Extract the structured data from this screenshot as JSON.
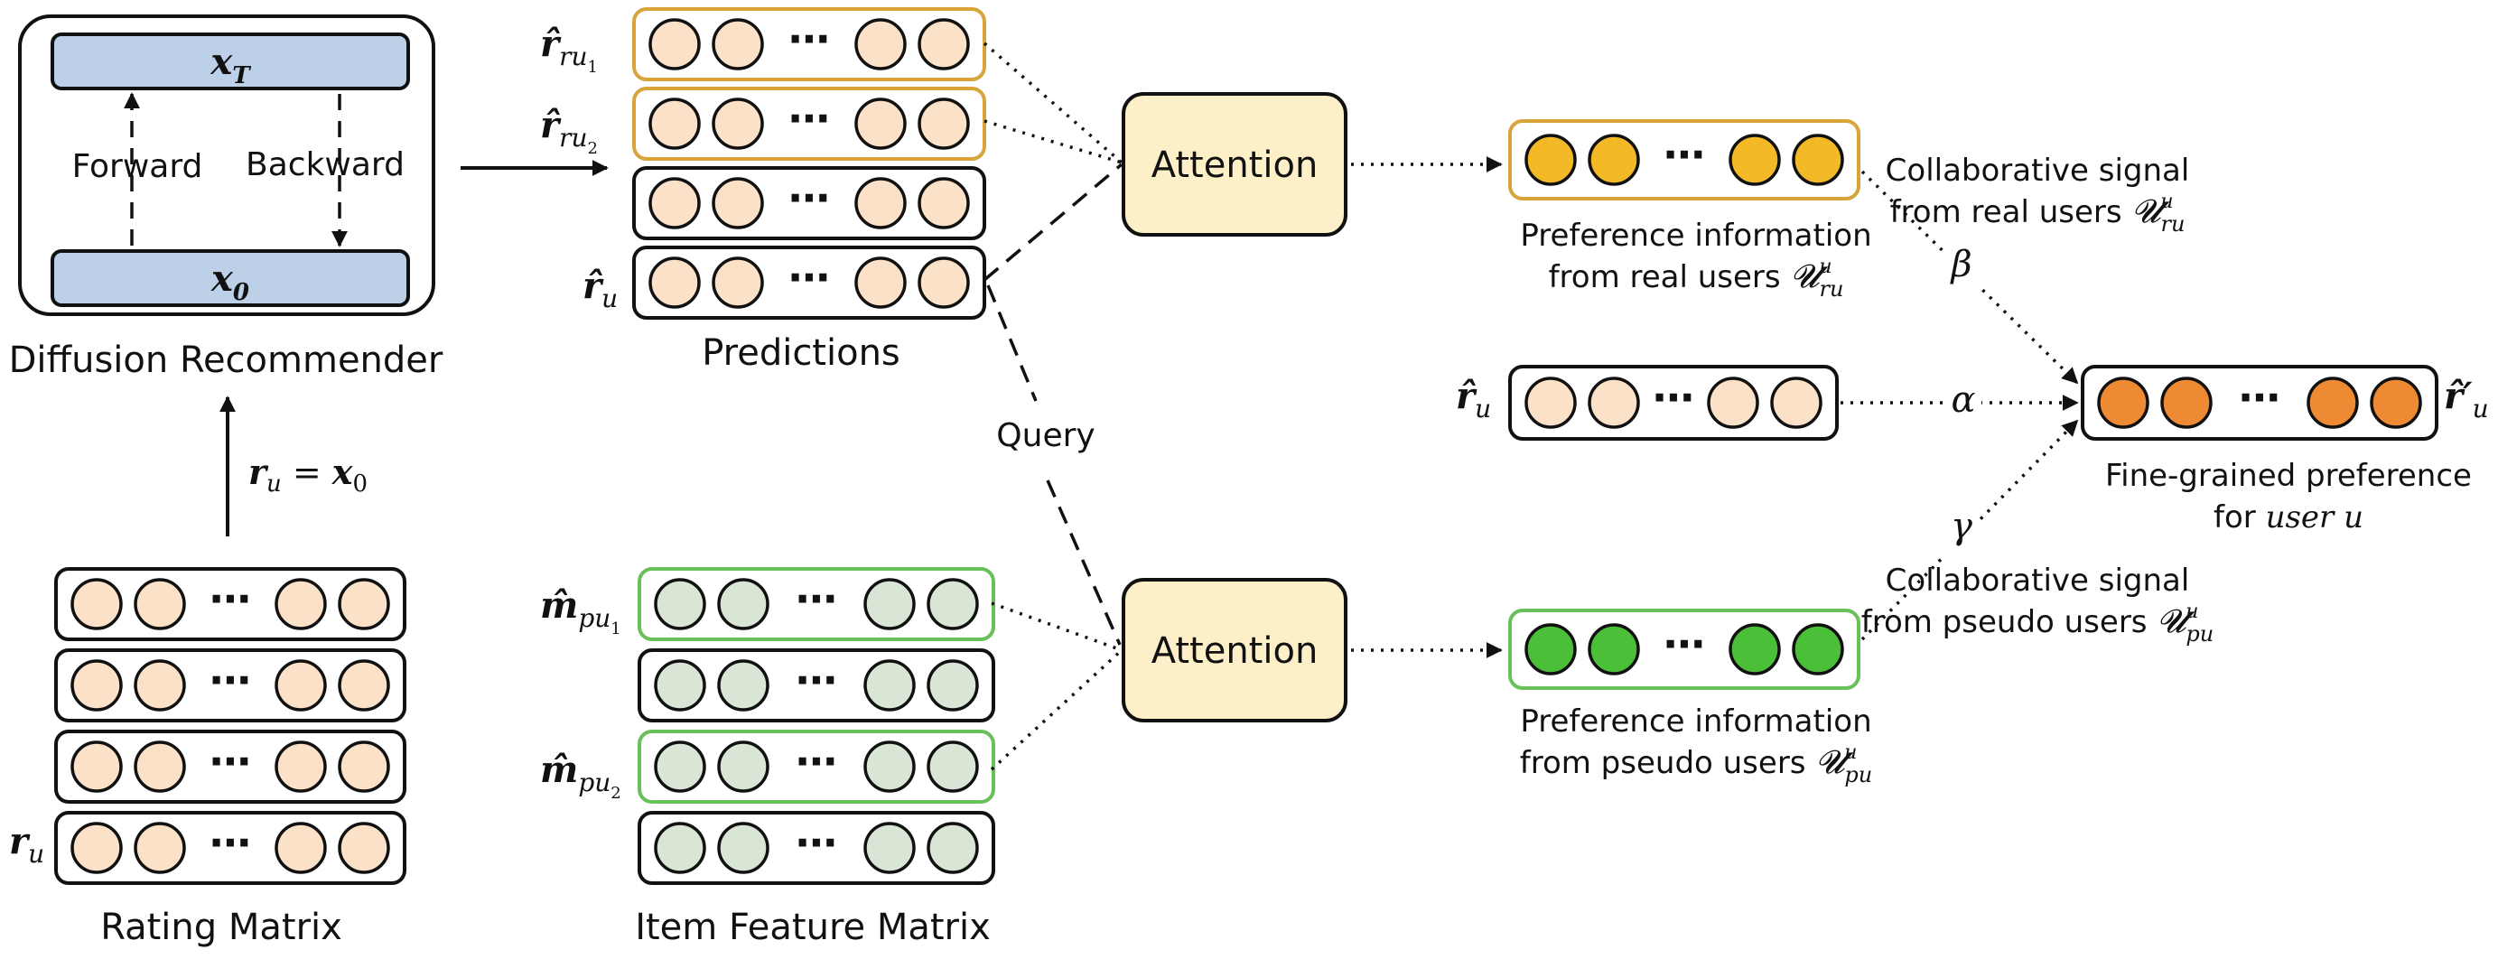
{
  "diffusion": {
    "top_label": "x",
    "top_sub": "T",
    "bottom_label": "x",
    "bottom_sub": "0",
    "forward": "Forward",
    "backward": "Backward",
    "title": "Diffusion Recommender"
  },
  "equation": {
    "lhs": "r",
    "lhs_sub": "u",
    "mid": " = ",
    "rhs": "x",
    "rhs_sub": "0"
  },
  "rating_matrix": {
    "title": "Rating Matrix",
    "row_label": "r",
    "row_sub": "u"
  },
  "predictions": {
    "title": "Predictions",
    "label1": "r̂",
    "label1_sub": "ru",
    "label1_subsub": "1",
    "label2": "r̂",
    "label2_sub": "ru",
    "label2_subsub": "2",
    "label3": "r̂",
    "label3_sub": "u"
  },
  "item_feature_matrix": {
    "title": "Item Feature Matrix",
    "label1": "m̂",
    "label1_sub": "pu",
    "label1_subsub": "1",
    "label2": "m̂",
    "label2_sub": "pu",
    "label2_subsub": "2"
  },
  "query_label": "Query",
  "attention_top": "Attention",
  "attention_bottom": "Attention",
  "pref_real": {
    "line1": "Preference information",
    "line2": "from real users",
    "symbol": "𝓤",
    "sup": "u",
    "sub": "ru"
  },
  "pref_pseudo": {
    "line1": "Preference information",
    "line2": "from pseudo users",
    "symbol": "𝓤",
    "sup": "u",
    "sub": "pu"
  },
  "ru_label": "r̂",
  "ru_sub": "u",
  "collab_real": {
    "line1": "Collaborative signal",
    "line2": "from real users",
    "symbol": "𝓤",
    "sup": "u",
    "sub": "ru"
  },
  "collab_pseudo": {
    "line1": "Collaborative signal",
    "line2": "from pseudo users",
    "symbol": "𝓤",
    "sup": "u",
    "sub": "pu"
  },
  "beta": "β",
  "alpha": "α",
  "gamma": "γ",
  "final": {
    "label": "r̂′",
    "label_sub": "u",
    "line1": "Fine-grained preference",
    "line2_prefix": "for ",
    "line2_math": "user u"
  },
  "ellipsis": "⋯",
  "colors": {
    "diffusion_box": "#bcd0e8",
    "peach": "#fbe1c8",
    "pale_green": "#d9e6d6",
    "yellow": "#f4b927",
    "green": "#4cbf39",
    "orange": "#ee8a33",
    "attention": "#fdf0c8",
    "gold_border": "#d7a43a",
    "green_border": "#69c05a"
  }
}
